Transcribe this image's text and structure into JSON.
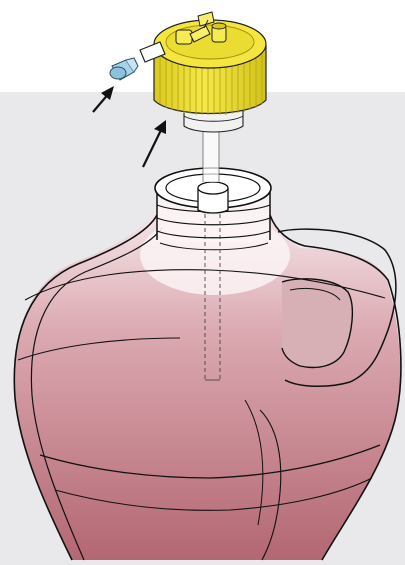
{
  "figure": {
    "panel_color": "#e9e9eb",
    "liquid_color": "#b36772",
    "liquid_highlight": "#f3e4e7",
    "cap_color": "#f2e437",
    "cap_shadow": "#d8c81e",
    "fitting_color": "#a7d3ea",
    "outline_color": "#111111",
    "components": [
      {
        "name": "vented-cap",
        "icon": "screw-cap-icon"
      },
      {
        "name": "tubing-connector",
        "icon": "connector-icon"
      },
      {
        "name": "dip-tube",
        "icon": "tube-icon"
      },
      {
        "name": "jug",
        "icon": "jug-icon"
      }
    ],
    "arrows": [
      {
        "points_to": "tubing-connector"
      },
      {
        "points_to": "vented-cap"
      }
    ]
  }
}
